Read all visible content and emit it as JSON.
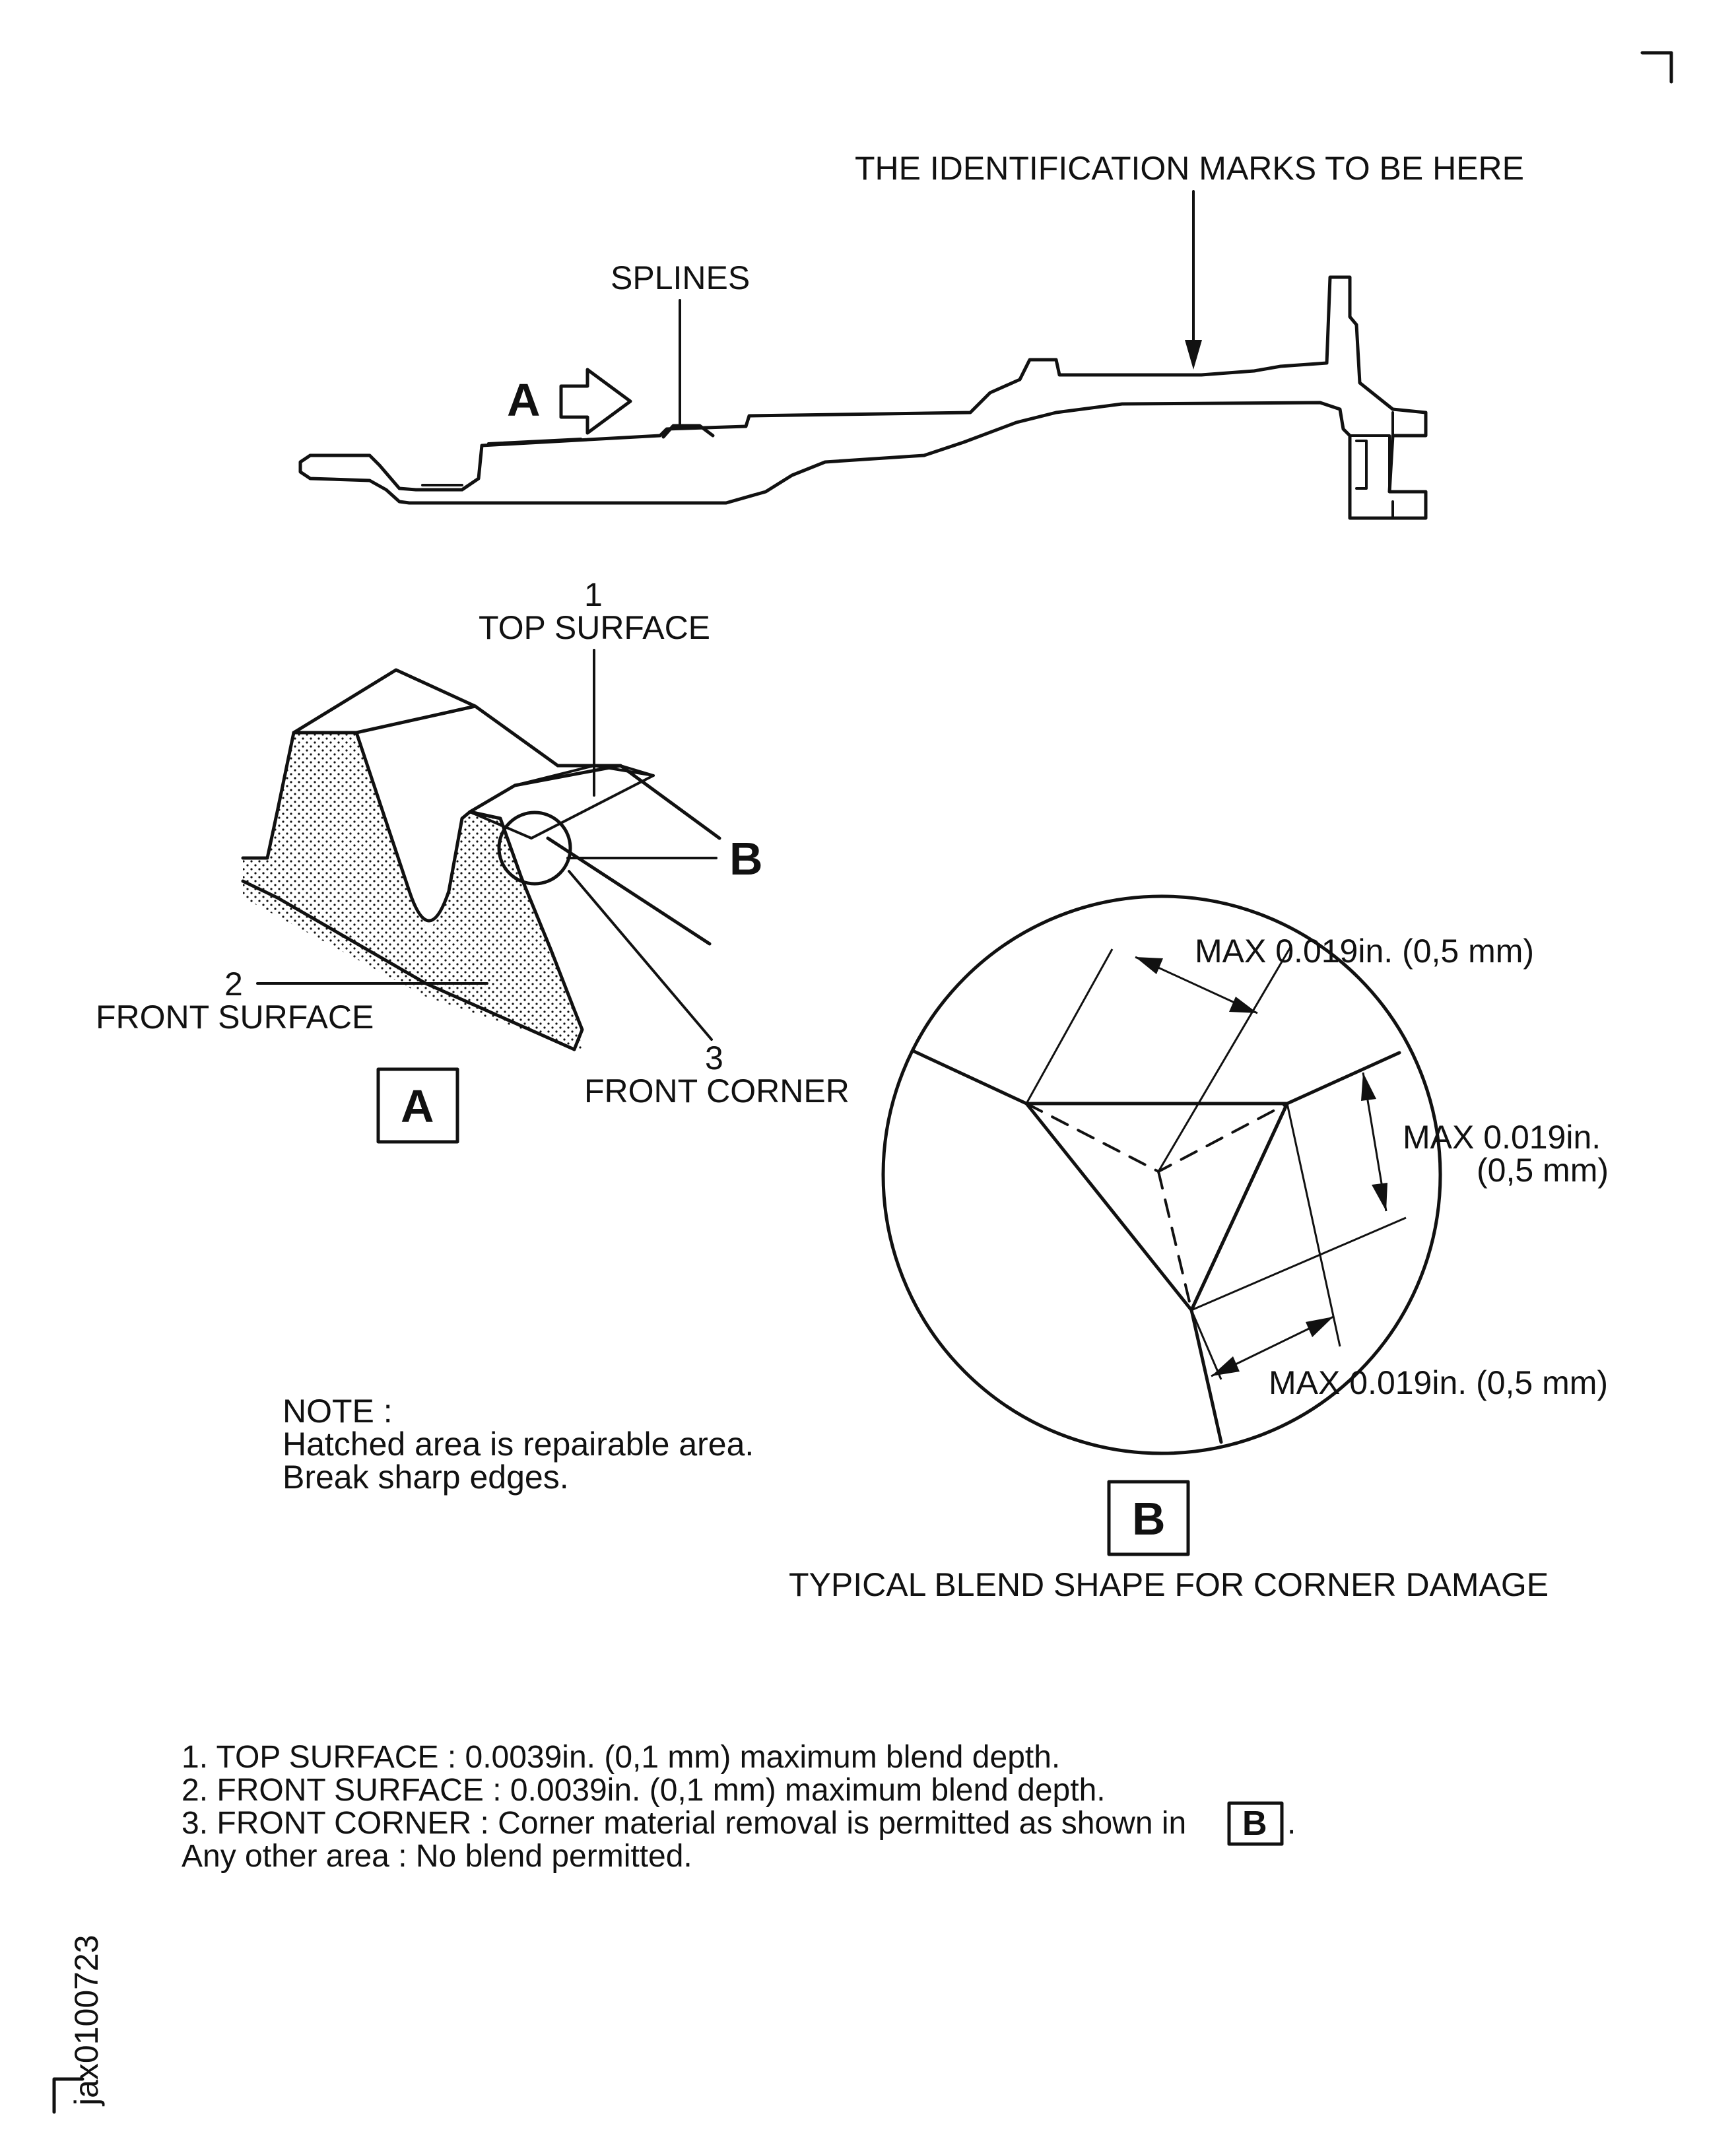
{
  "callouts": {
    "identification": "THE IDENTIFICATION MARKS TO BE HERE",
    "splines": "SPLINES",
    "view_arrow_letter": "A",
    "top_surface_num": "1",
    "top_surface": "TOP SURFACE",
    "front_surface_num": "2",
    "front_surface": "FRONT SURFACE",
    "front_corner_num": "3",
    "front_corner": "FRONT CORNER",
    "detail_b_letter": "B"
  },
  "views": {
    "view_a": "A",
    "view_b": "B",
    "view_b_caption": "TYPICAL  BLEND SHAPE FOR CORNER DAMAGE"
  },
  "dimensions": {
    "dim1": "MAX 0.019in. (0,5 mm)",
    "dim2_line1": "MAX 0.019in.",
    "dim2_line2": "(0,5 mm)",
    "dim3": "MAX 0.019in. (0,5 mm)"
  },
  "note": {
    "title": "NOTE :",
    "line1": "Hatched area is repairable area.",
    "line2": "Break sharp edges."
  },
  "limits": {
    "line1": "1. TOP SURFACE : 0.0039in. (0,1 mm) maximum blend depth.",
    "line2": "2. FRONT SURFACE : 0.0039in. (0,1 mm) maximum blend depth.",
    "line3_prefix": "3. FRONT CORNER : Corner material removal is permitted as shown in",
    "line3_box": "B",
    "line3_suffix": ".",
    "line4": "Any other area : No blend permitted."
  },
  "figure_id": "jax0100723"
}
